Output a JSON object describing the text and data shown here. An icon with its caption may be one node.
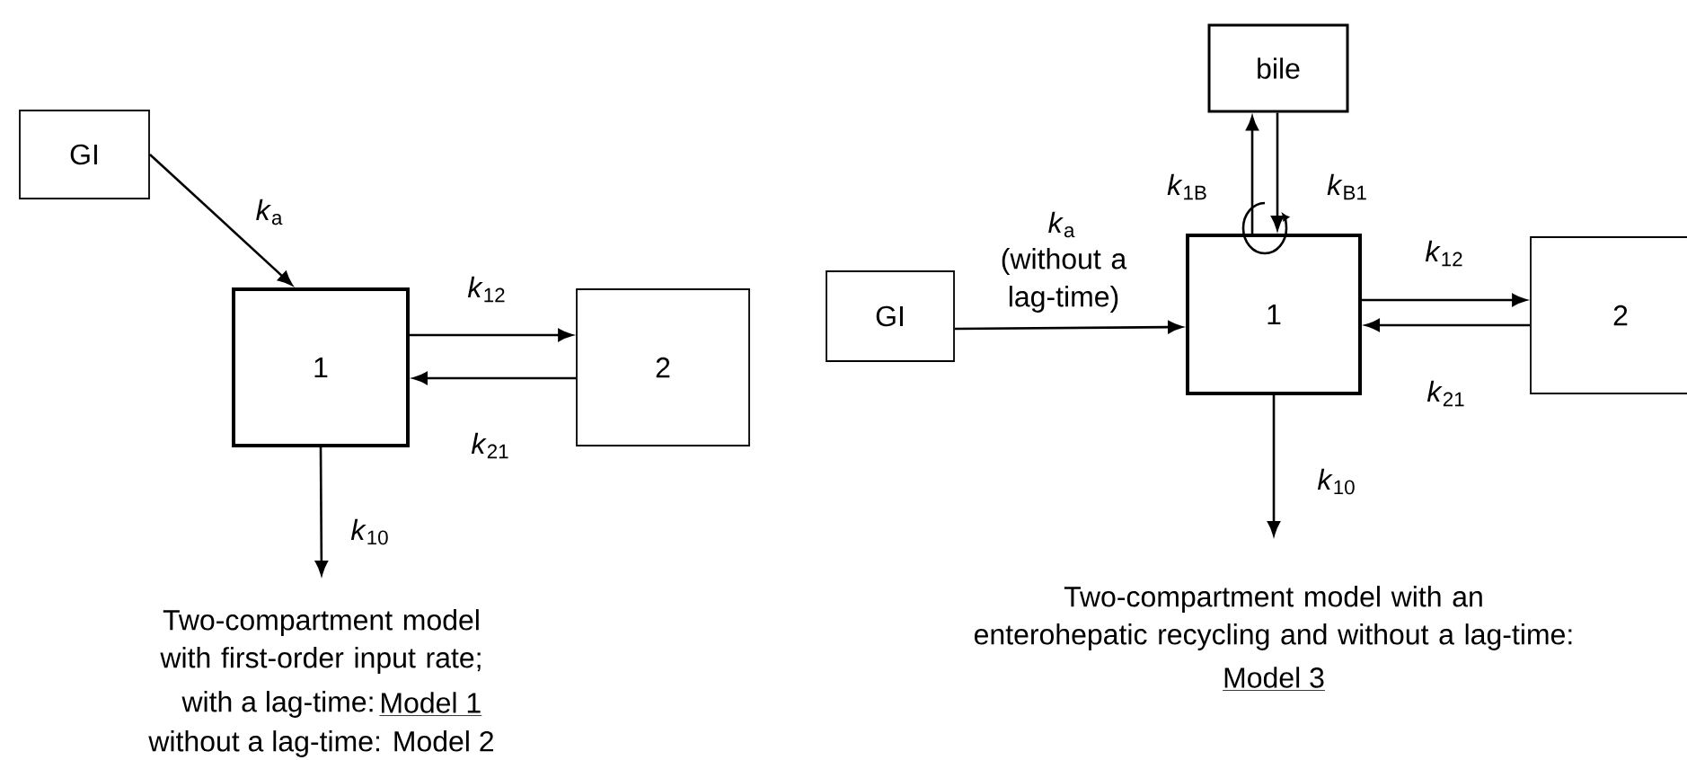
{
  "diagram": {
    "nodes": [
      {
        "text": [
          "GI"
        ]
      },
      {
        "text": [
          "1"
        ]
      },
      {
        "text": [
          "2"
        ]
      },
      {
        "text": [
          "GI"
        ]
      },
      {
        "text": [
          "bile"
        ]
      },
      {
        "text": [
          "1"
        ]
      },
      {
        "text": [
          "2"
        ]
      }
    ],
    "edges": [
      {
        "from": 0,
        "to": 1,
        "arrow": "to",
        "label": "*k*$_{a}$"
      },
      {
        "from": 1,
        "to": 2,
        "arrow": "to",
        "label": "*k*$_{12}$"
      },
      {
        "from": 2,
        "to": 1,
        "arrow": "to",
        "label": "*k*$_{21}$"
      },
      {
        "from": 1,
        "to": null,
        "arrow": "to",
        "label": "*k*$_{10}$"
      },
      {
        "from": 3,
        "to": 5,
        "arrow": "to",
        "label": "*k*$_{a}$"
      },
      {
        "from": 5,
        "to": 4,
        "arrow": "to",
        "label": "*k*$_{1B}$"
      },
      {
        "from": 4,
        "to": 5,
        "arrow": "to",
        "label": "*k*$_{B1}$"
      },
      {
        "from": 5,
        "to": 6,
        "arrow": "to",
        "label": "*k*$_{12}$"
      },
      {
        "from": 6,
        "to": 5,
        "arrow": "to",
        "label": "*k*$_{21}$"
      },
      {
        "from": 5,
        "to": null,
        "arrow": "to",
        "label": "*k*$_{10}$"
      }
    ],
    "labels": [
      "(without a lag-time)",
      "Two-compartment model with first-order input rate;",
      "with a lag-time:",
      "Model 1",
      "without a lag-time: Model 2",
      "Two-compartment model with an enterohepatic recycling and without a lag-time:",
      "Model 3"
    ]
  }
}
